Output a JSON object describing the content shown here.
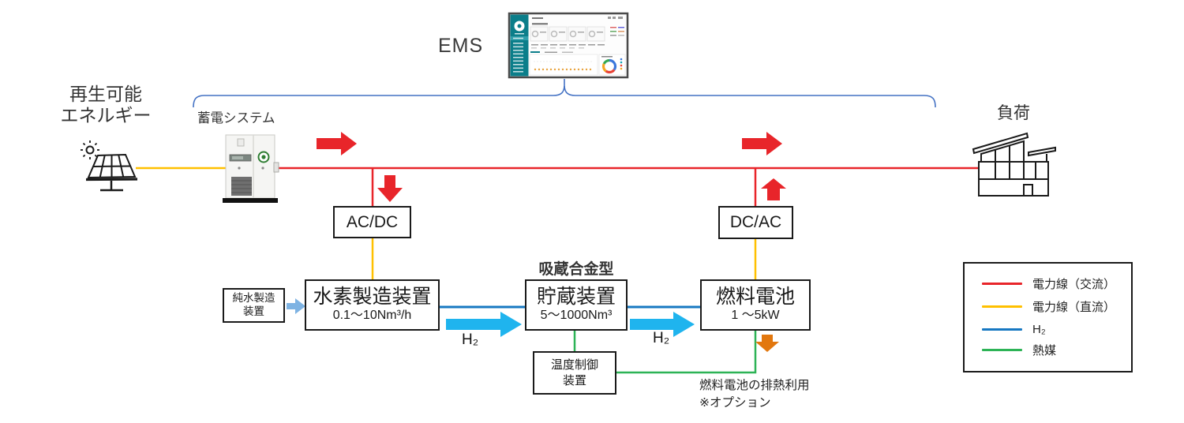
{
  "diagram_title": "EMS",
  "colors": {
    "ac_line": "#e8252a",
    "dc_line": "#ffc000",
    "h2_line": "#1778c2",
    "h2_arrow": "#1fb4ee",
    "heat_line": "#2db356",
    "heat_arrow": "#e2770e",
    "brace": "#4472c4",
    "pure_water_arrow": "#7eb3e3"
  },
  "nodes": {
    "renewable": {
      "line1": "再生可能",
      "line2": "エネルギー"
    },
    "battery_system": {
      "label": "蓄電システム"
    },
    "load": {
      "label": "負荷"
    },
    "ac_dc_converter": {
      "label": "AC/DC"
    },
    "dc_ac_converter": {
      "label": "DC/AC"
    },
    "pure_water_device": {
      "line1": "純水製造",
      "line2": "装置"
    },
    "hydrogen_production_device": {
      "title": "水素製造装置",
      "spec": "0.1～10Nm³/h"
    },
    "storage_device": {
      "type_label": "吸蔵合金型",
      "title": "貯蔵装置",
      "spec": "5～1000Nm³"
    },
    "fuel_cell": {
      "title": "燃料電池",
      "spec": "1 ～5kW"
    },
    "temperature_control_device": {
      "line1": "温度制御",
      "line2": "装置"
    }
  },
  "flow_labels": {
    "h2_left": "H₂",
    "h2_right": "H₂"
  },
  "annotations": {
    "exhaust_heat_line1": "燃料電池の排熱利用",
    "exhaust_heat_line2": "※オプション"
  },
  "legend": {
    "items": [
      {
        "label": "電力線（交流）",
        "color": "#e8252a"
      },
      {
        "label": "電力線（直流）",
        "color": "#ffc000"
      },
      {
        "label": "H₂",
        "color": "#1778c2"
      },
      {
        "label": "熱媒",
        "color": "#2db356"
      }
    ]
  }
}
